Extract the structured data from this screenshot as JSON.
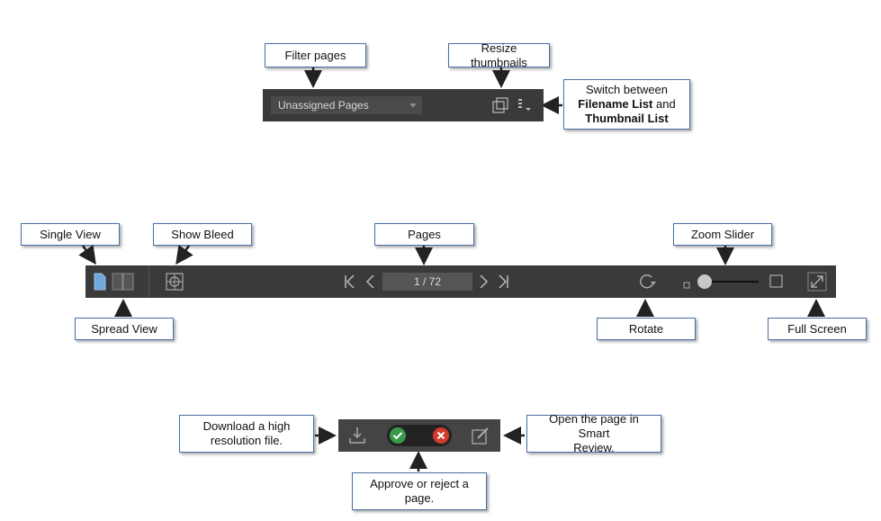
{
  "callouts": {
    "filter_pages": "Filter pages",
    "resize_thumbnails": "Resize thumbnails",
    "switch_between_prefix": "Switch between",
    "filename_list": "Filename List",
    "and": "and",
    "thumbnail_list": "Thumbnail List",
    "single_view": "Single View",
    "show_bleed": "Show Bleed",
    "pages": "Pages",
    "zoom_slider": "Zoom Slider",
    "spread_view": "Spread View",
    "rotate": "Rotate",
    "full_screen": "Full Screen",
    "download_line1": "Download a high",
    "download_line2": "resolution file.",
    "smart_review_line1": "Open the page in Smart",
    "smart_review_line2": "Review.",
    "approve_reject": "Approve or reject a page."
  },
  "toolbar_thumbnails": {
    "filter_dropdown_value": "Unassigned Pages"
  },
  "toolbar_viewer": {
    "page_indicator": "1 / 72",
    "zoom_level": 0.0
  },
  "colors": {
    "toolbar_bg": "#3a3a3a",
    "approve_green": "#3a9a4a",
    "reject_red": "#d23b2b",
    "callout_border": "#4a6fa5",
    "single_view_active": "#6fa8dc"
  },
  "icons": {
    "resize": "resize-thumbnails-icon",
    "view_menu": "list-view-menu-icon",
    "single_view": "single-page-icon",
    "spread_view": "spread-view-icon",
    "bleed": "crosshair-icon",
    "first": "first-page-icon",
    "prev": "previous-page-icon",
    "next": "next-page-icon",
    "last": "last-page-icon",
    "rotate": "rotate-icon",
    "full_screen": "expand-icon",
    "download": "download-icon",
    "approve": "check-icon",
    "reject": "x-icon",
    "edit": "edit-icon"
  }
}
